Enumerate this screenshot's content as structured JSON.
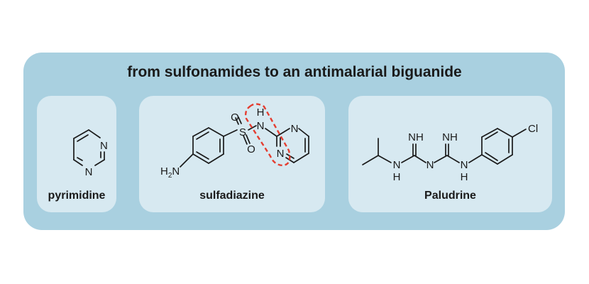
{
  "title": "from sulfonamides to an antimalarial biguanide",
  "highlight_color": "#e43d30",
  "panel_color": "#a9d0e0",
  "card_color": "#d7e9f1",
  "molecules": {
    "pyrimidine": {
      "label": "pyrimidine",
      "atoms": {
        "n1": "N",
        "n3": "N"
      }
    },
    "sulfadiazine": {
      "label": "sulfadiazine",
      "atoms": {
        "h2n": "H2N",
        "s": "S",
        "o_top": "O",
        "o_bottom": "O",
        "nh_n": "N",
        "nh_h": "H",
        "ring_n_top": "N",
        "ring_n_bottom": "N"
      }
    },
    "paludrine": {
      "label": "Paludrine",
      "atoms": {
        "nh_left": "NH",
        "nh_right": "NH",
        "n_left": "N",
        "h_left": "H",
        "n_mid": "N",
        "n_right": "N",
        "h_right": "H",
        "cl": "Cl"
      }
    }
  }
}
